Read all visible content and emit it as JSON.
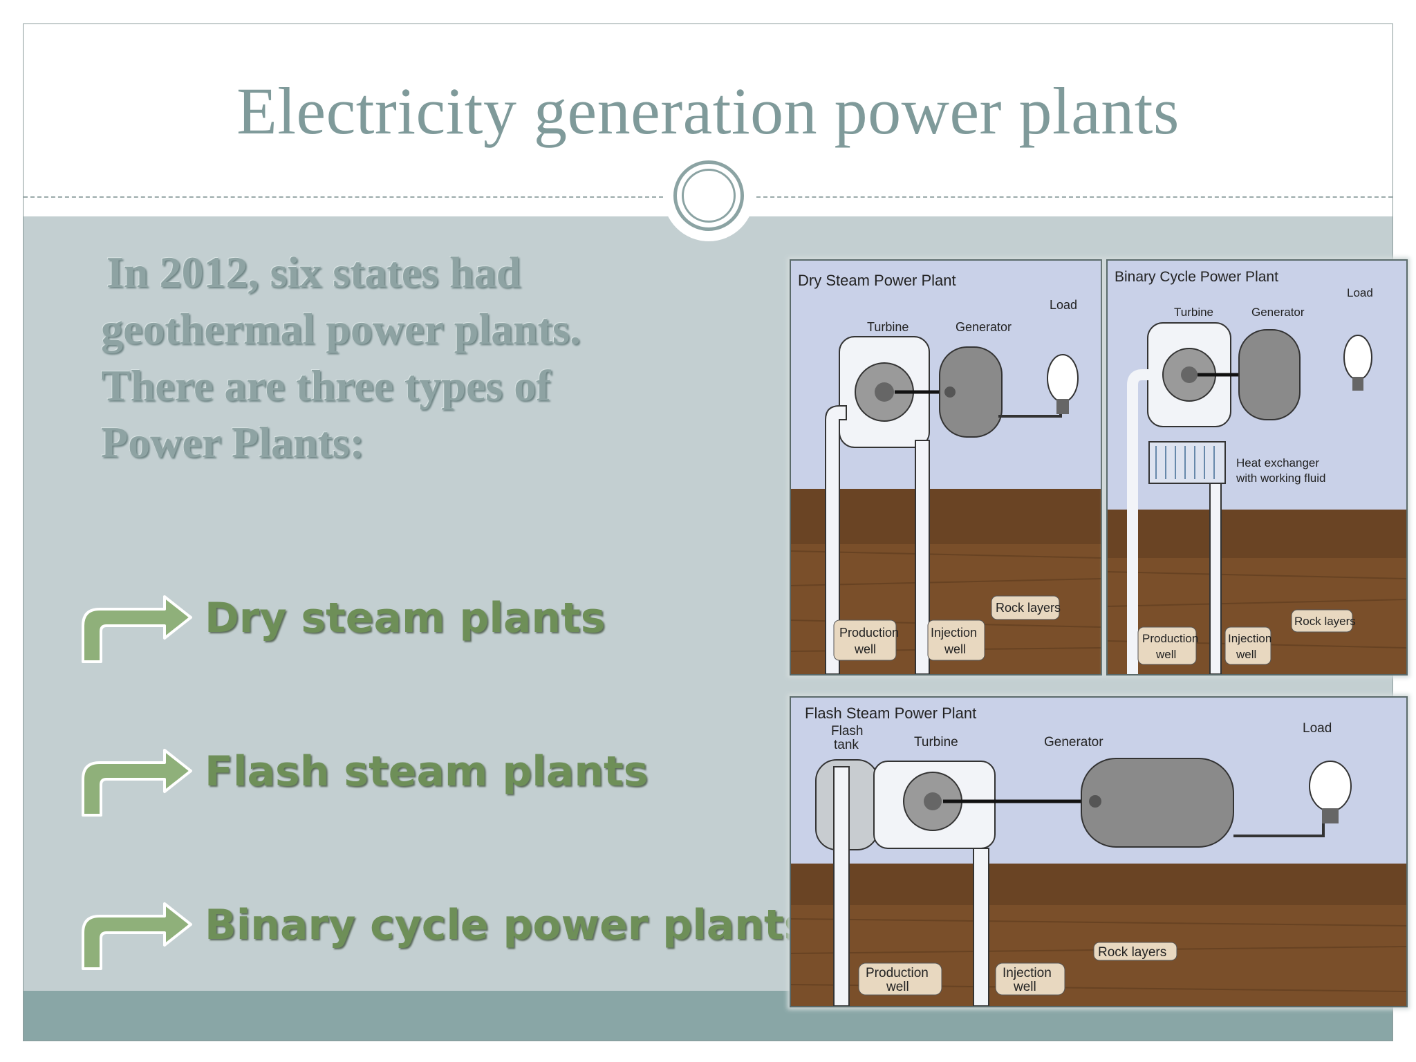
{
  "slide": {
    "title": "Electricity generation power plants",
    "intro_lines": [
      "In 2012, six states had",
      "geothermal power plants.",
      "There are three types of",
      "Power Plants:"
    ],
    "bullets": [
      "Dry steam plants",
      "Flash steam plants",
      "Binary cycle power plants"
    ]
  },
  "diagrams": {
    "dry": {
      "title": "Dry Steam Power Plant",
      "turbine": "Turbine",
      "generator": "Generator",
      "load": "Load",
      "rock": "Rock layers",
      "production_1": "Production",
      "production_2": "well",
      "injection_1": "Injection",
      "injection_2": "well"
    },
    "binary": {
      "title": "Binary Cycle Power Plant",
      "turbine": "Turbine",
      "generator": "Generator",
      "load": "Load",
      "hx_1": "Heat exchanger",
      "hx_2": "with working fluid",
      "rock": "Rock layers",
      "production_1": "Production",
      "production_2": "well",
      "injection_1": "Injection",
      "injection_2": "well"
    },
    "flash": {
      "title": "Flash Steam Power Plant",
      "tank_1": "Flash",
      "tank_2": "tank",
      "turbine": "Turbine",
      "generator": "Generator",
      "load": "Load",
      "rock": "Rock layers",
      "production_1": "Production",
      "production_2": "well",
      "injection_1": "Injection",
      "injection_2": "well"
    }
  },
  "colors": {
    "title": "#7f9a9a",
    "body_bg": "#c3cfd1",
    "bullet_text": "#6e8f58",
    "footer": "#89a6a6",
    "sky": "#c9d1e8",
    "soil": "#7a4f2a"
  }
}
